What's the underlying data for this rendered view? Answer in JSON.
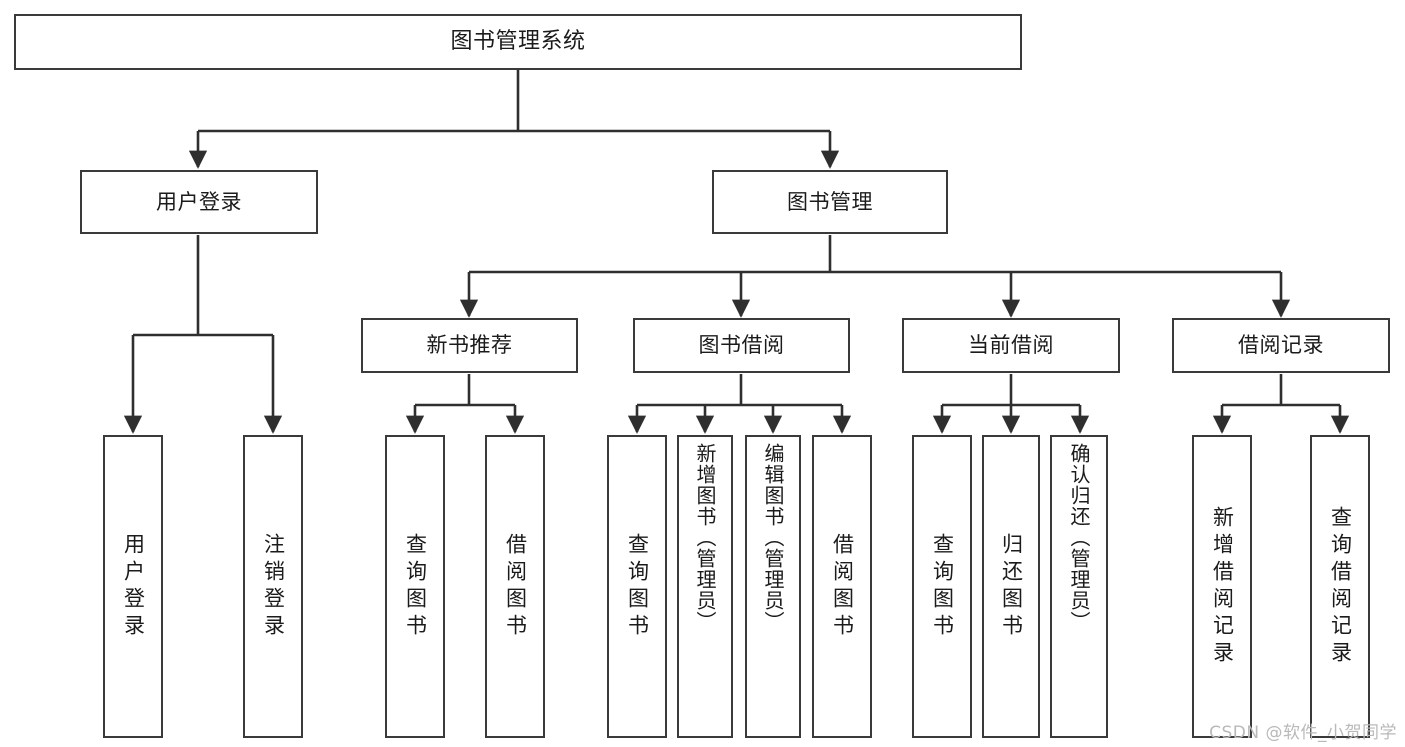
{
  "diagram": {
    "title": "图书管理系统",
    "type": "tree-hierarchy-chart",
    "root": {
      "label": "图书管理系统"
    },
    "level2": [
      {
        "label": "用户登录"
      },
      {
        "label": "图书管理"
      }
    ],
    "level3": [
      {
        "label": "新书推荐"
      },
      {
        "label": "图书借阅"
      },
      {
        "label": "当前借阅"
      },
      {
        "label": "借阅记录"
      }
    ],
    "leaves": {
      "user_login": [
        {
          "label": "用户登录"
        },
        {
          "label": "注销登录"
        }
      ],
      "new_book_recommend": [
        {
          "label": "查询图书"
        },
        {
          "label": "借阅图书"
        }
      ],
      "book_borrow": [
        {
          "label": "查询图书"
        },
        {
          "label": "新增图书（管理员）"
        },
        {
          "label": "编辑图书（管理员）"
        },
        {
          "label": "借阅图书"
        }
      ],
      "current_borrow": [
        {
          "label": "查询图书"
        },
        {
          "label": "归还图书"
        },
        {
          "label": "确认归还（管理员）"
        }
      ],
      "borrow_record": [
        {
          "label": "新增借阅记录"
        },
        {
          "label": "查询借阅记录"
        }
      ]
    }
  },
  "watermark": {
    "text": "CSDN @软件_小贺同学"
  },
  "colors": {
    "stroke": "#3a3a3a",
    "text": "#1b1b1b",
    "background": "#ffffff",
    "watermark": "#b9b9b9"
  }
}
